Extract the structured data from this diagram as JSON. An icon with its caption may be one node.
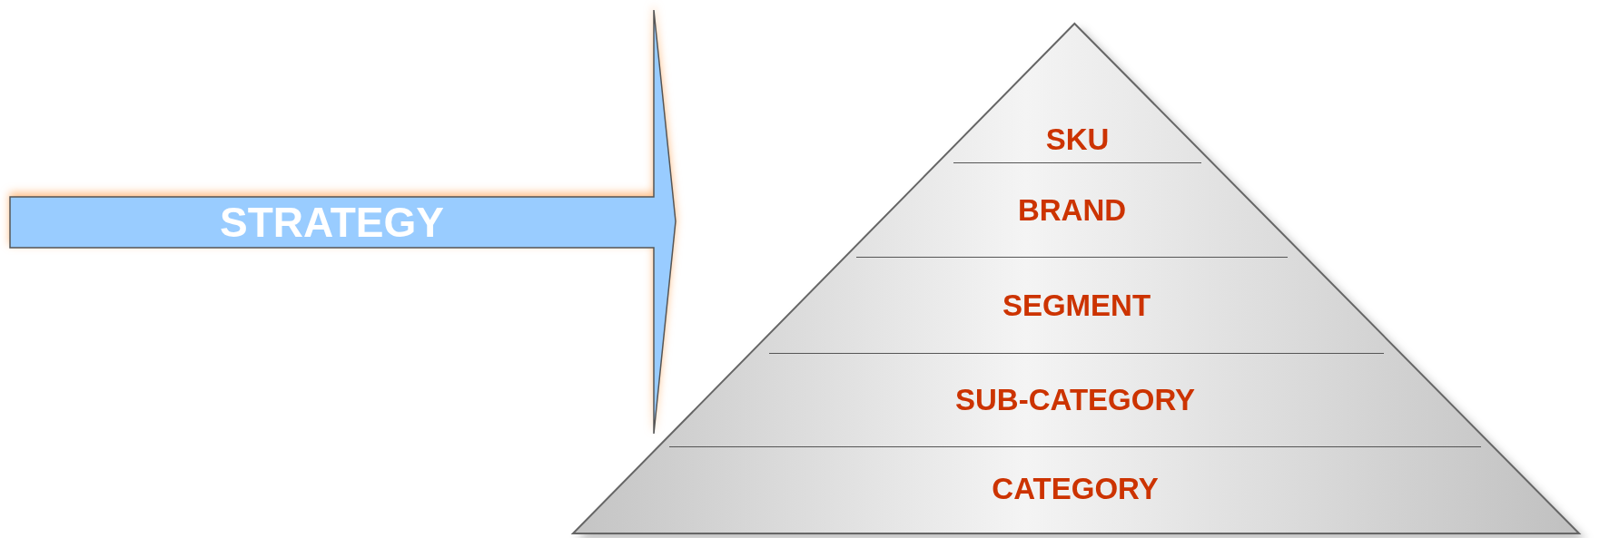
{
  "diagram": {
    "nodes": [
      {
        "text": [
          "STRATEGY"
        ]
      },
      {
        "text": [],
        "shape": "triangle"
      },
      {
        "text": [
          "SKU"
        ],
        "in": 1
      },
      {
        "text": [
          "BRAND"
        ],
        "in": 1
      },
      {
        "text": [
          "SEGMENT"
        ],
        "in": 1
      },
      {
        "text": [
          "SUB-CATEGORY"
        ],
        "in": 1
      },
      {
        "text": [
          "CATEGORY"
        ],
        "in": 1
      }
    ]
  }
}
